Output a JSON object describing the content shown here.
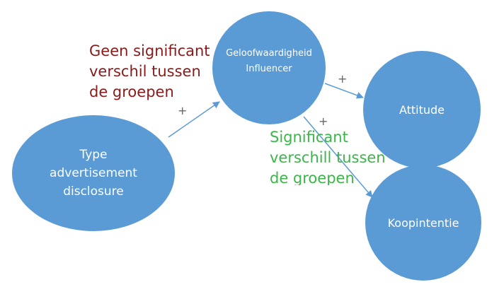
{
  "nodes": {
    "type": "Type\nadvertisement\ndisclosure",
    "geloof": "Geloofwaardigheid\nInfluencer",
    "attitude": "Attitude",
    "koop": "Koopintentie"
  },
  "edges": {
    "type_to_geloof": "+",
    "geloof_to_attitude": "+",
    "geloof_to_koop": "+"
  },
  "notes": {
    "red": "Geen significant\nverschil tussen\nde groepen",
    "green": "Significant\nverschill tussen\nde groepen"
  },
  "colors": {
    "node": "#5b9bd5",
    "arrow": "#5b9bd5",
    "red": "#8b1a1a",
    "green": "#3cb64a",
    "plus": "#666666"
  }
}
